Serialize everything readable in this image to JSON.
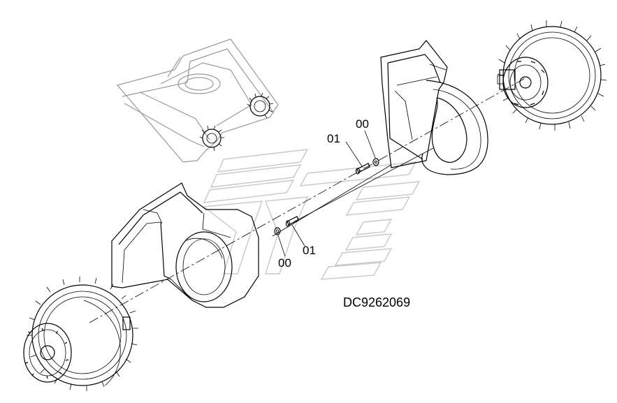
{
  "drawing_code": "DC9262069",
  "callouts": [
    {
      "id": "callout-01-upper",
      "text": "01"
    },
    {
      "id": "callout-00-upper",
      "text": "00"
    },
    {
      "id": "callout-01-lower",
      "text": "01"
    },
    {
      "id": "callout-00-lower",
      "text": "00"
    }
  ]
}
